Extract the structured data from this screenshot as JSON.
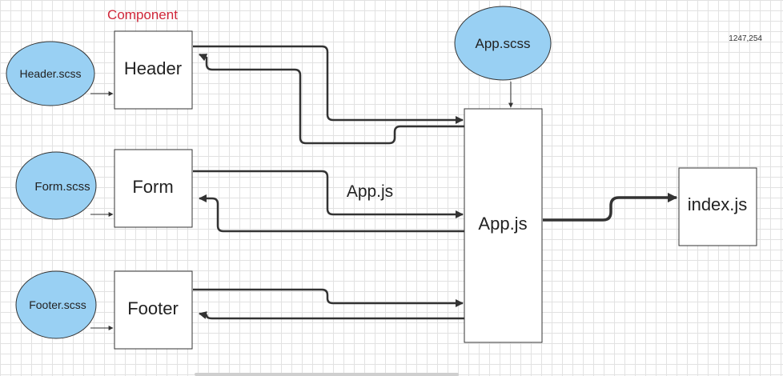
{
  "section_label": "Component",
  "coordinate_readout": "1247,254",
  "components": [
    {
      "label": "Header",
      "stylesheet": "Header.scss"
    },
    {
      "label": "Form",
      "stylesheet": "Form.scss"
    },
    {
      "label": "Footer",
      "stylesheet": "Footer.scss"
    }
  ],
  "app": {
    "label": "App.js",
    "stylesheet": "App.scss"
  },
  "flow_label": "App.js",
  "index": {
    "label": "index.js"
  },
  "colors": {
    "section_label": "#d0273a",
    "ellipse_fill": "#99d0f3",
    "ellipse_stroke": "#333333",
    "box_stroke": "#333333",
    "arrow": "#333333"
  }
}
